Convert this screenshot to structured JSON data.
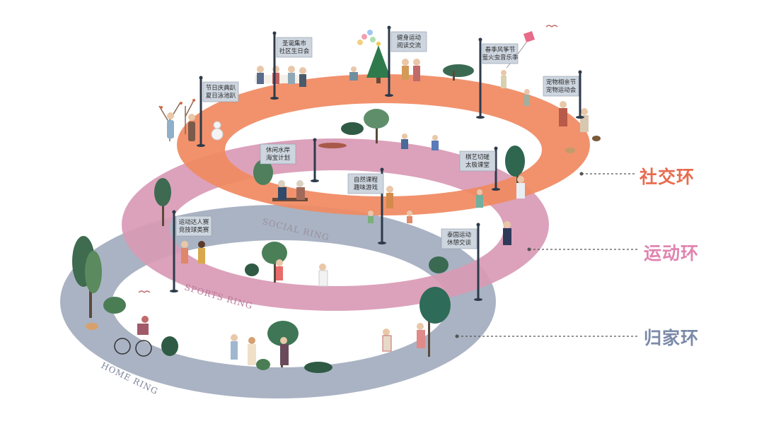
{
  "legend": {
    "social": "社交环",
    "sports": "运动环",
    "home": "归家环"
  },
  "rings": {
    "social_label": "SOCIAL RING",
    "sports_label": "SPORTS RING",
    "home_label": "HOME RING"
  },
  "signs": [
    {
      "line1": "节日庆典趴",
      "line2": "夏日泳池趴"
    },
    {
      "line1": "圣诞集市",
      "line2": "社区生日会"
    },
    {
      "line1": "健身运动",
      "line2": "阅读交流"
    },
    {
      "line1": "春季风筝节",
      "line2": "萤火虫音乐季"
    },
    {
      "line1": "宠物相亲节",
      "line2": "宠物运动会"
    },
    {
      "line1": "休闲水岸",
      "line2": "海宝计划"
    },
    {
      "line1": "棋艺切磋",
      "line2": "太极课堂"
    },
    {
      "line1": "自然课程",
      "line2": "趣味游戏"
    },
    {
      "line1": "运动达人赛",
      "line2": "竞技球类赛"
    },
    {
      "line1": "泰国运动",
      "line2": "休憩交谈"
    }
  ],
  "colors": {
    "social": "#f08a62",
    "sports": "#d998b4",
    "home": "#a9b3c4",
    "social_text": "#e86b4e",
    "sports_text": "#e084b0",
    "home_text": "#7b8aa8"
  }
}
